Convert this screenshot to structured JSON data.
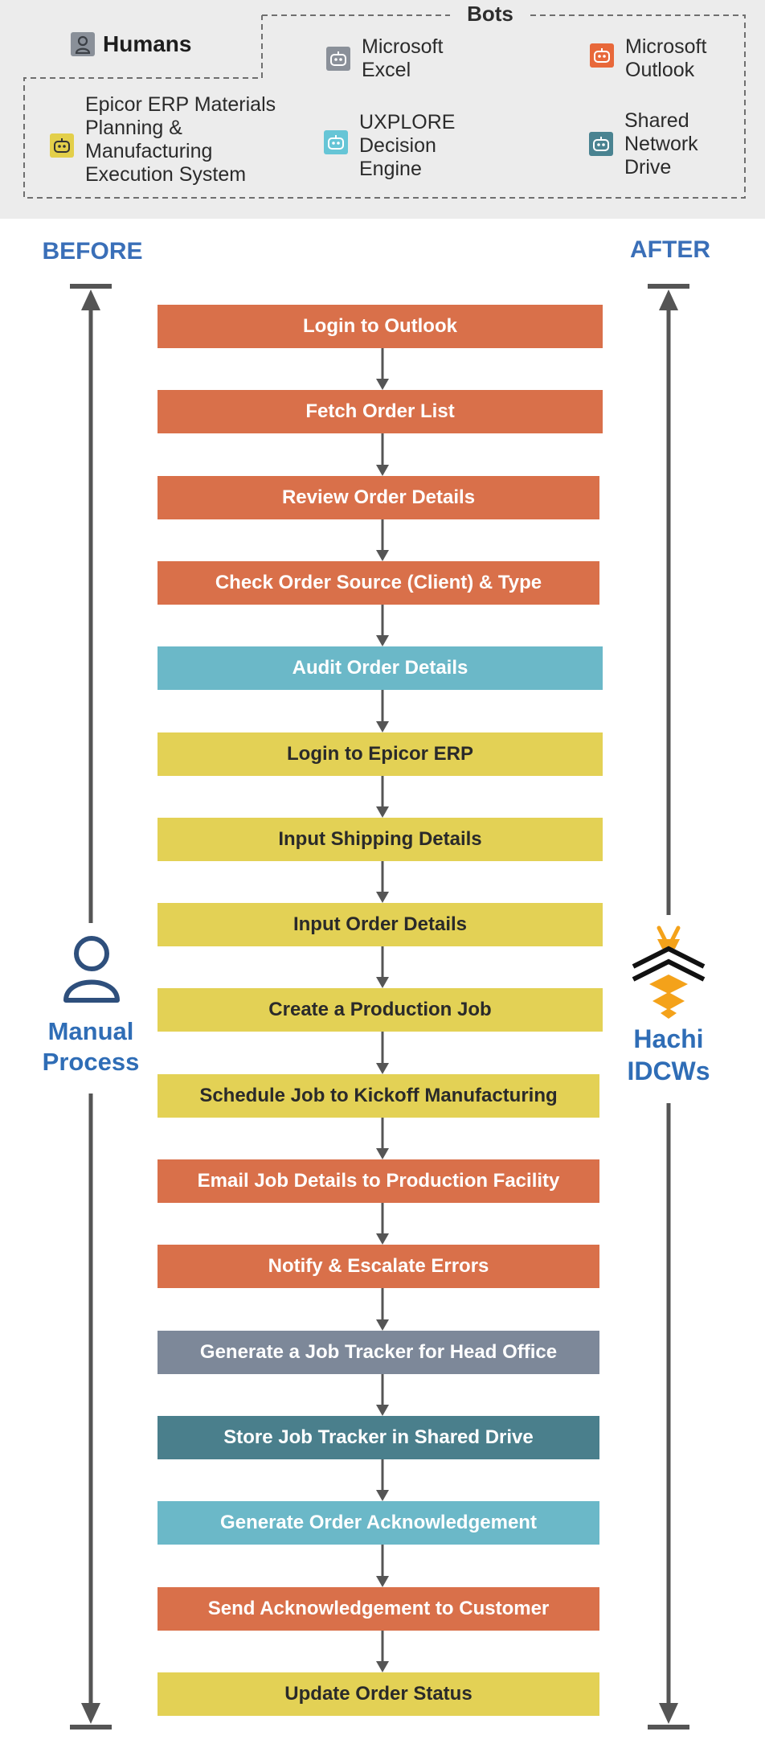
{
  "legend": {
    "bots_title": "Bots",
    "humans_label": "Humans",
    "items": [
      {
        "label": "Microsoft Excel",
        "color": "#8a9099"
      },
      {
        "label": "Microsoft Outlook",
        "color": "#e8683a"
      },
      {
        "label": "Epicor ERP Materials Planning & Manufacturing Execution System",
        "color": "#e3cf4a"
      },
      {
        "label": "UXPLORE Decision Engine",
        "color": "#66c5d6"
      },
      {
        "label": "Shared Network Drive",
        "color": "#4a8391"
      }
    ]
  },
  "before": {
    "title": "BEFORE",
    "caption_line1": "Manual",
    "caption_line2": "Process"
  },
  "after": {
    "title": "AFTER",
    "caption_line1": "Hachi",
    "caption_line2": "IDCWs"
  },
  "colors": {
    "outlook": "#d9704a",
    "uxplore": "#6bb8c8",
    "epicor": "#e3d155",
    "excel": "#7d8899",
    "drive": "#4a7f8c",
    "accent": "#3a6fb8"
  },
  "steps": [
    {
      "label": "Login to Outlook",
      "bot": "outlook"
    },
    {
      "label": "Fetch Order List",
      "bot": "outlook"
    },
    {
      "label": "Review Order Details",
      "bot": "outlook"
    },
    {
      "label": "Check Order Source (Client) & Type",
      "bot": "outlook"
    },
    {
      "label": "Audit Order Details",
      "bot": "uxplore"
    },
    {
      "label": "Login to Epicor ERP",
      "bot": "epicor"
    },
    {
      "label": "Input Shipping Details",
      "bot": "epicor"
    },
    {
      "label": "Input Order Details",
      "bot": "epicor"
    },
    {
      "label": "Create a Production Job",
      "bot": "epicor"
    },
    {
      "label": "Schedule Job to Kickoff Manufacturing",
      "bot": "epicor"
    },
    {
      "label": "Email Job Details to Production Facility",
      "bot": "outlook"
    },
    {
      "label": "Notify & Escalate Errors",
      "bot": "outlook"
    },
    {
      "label": "Generate a Job Tracker for Head Office",
      "bot": "excel"
    },
    {
      "label": "Store Job Tracker in Shared Drive",
      "bot": "drive"
    },
    {
      "label": "Generate Order Acknowledgement",
      "bot": "uxplore"
    },
    {
      "label": "Send Acknowledgement to Customer",
      "bot": "outlook"
    },
    {
      "label": "Update Order Status",
      "bot": "epicor"
    }
  ]
}
